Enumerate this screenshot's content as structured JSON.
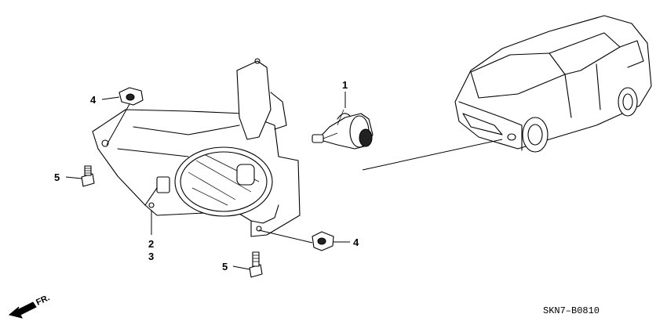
{
  "callouts": {
    "bulb": "1",
    "housing_left": "2",
    "housing_right": "3",
    "grommet_top": "4",
    "grommet_bottom": "4",
    "screw_left": "5",
    "screw_bottom": "5"
  },
  "front_indicator": "FR.",
  "diagram_code": "SKN7–B0810"
}
